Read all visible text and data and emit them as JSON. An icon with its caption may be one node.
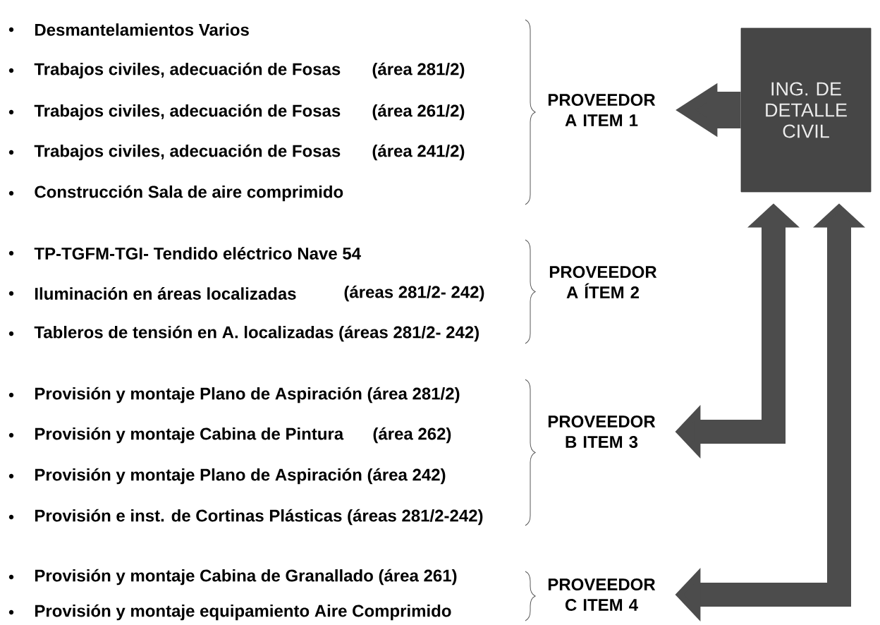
{
  "diagram": {
    "nodes": [
      {
        "text": [
          "ING. DE DETALLE CIVIL"
        ]
      },
      {
        "text": [
          "PROVEEDOR A ITEM 1"
        ]
      },
      {
        "text": [
          "PROVEEDOR B ITEM 3"
        ]
      },
      {
        "text": [
          "PROVEEDOR C ITEM 4"
        ]
      }
    ],
    "edges": [
      {
        "from": 0,
        "to": 1,
        "arrow": "to"
      },
      {
        "from": 0,
        "to": 2,
        "arrow": "both"
      },
      {
        "from": 0,
        "to": 3,
        "arrow": "both"
      }
    ],
    "labels": [
      "Desmantelamientos Varios",
      "Trabajos civiles, adecuación de Fosas",
      "(área 281/2)",
      "Trabajos civiles, adecuación de Fosas",
      "(área 261/2)",
      "Trabajos civiles, adecuación de Fosas",
      "(área 241/2)",
      "Construcción Sala de aire comprimido",
      "TP-TGFM-TGI- Tendido eléctrico Nave 54",
      "Iluminación en áreas localizadas",
      "(áreas 281/2- 242)",
      "Tableros de tensión en A. localizadas (áreas 281/2- 242)",
      "PROVEEDOR A ÍTEM 2",
      "Provisión y montaje Plano de Aspiración (área 281/2)",
      "Provisión y montaje Cabina de Pintura",
      "(área 262)",
      "Provisión y montaje Plano de Aspiración (área 242)",
      "Provisión e inst. de Cortinas Plásticas (áreas 281/2-242)",
      "Provisión y montaje Cabina de Granallado (área 261)",
      "Provisión y montaje equipamiento Aire Comprimido"
    ]
  }
}
